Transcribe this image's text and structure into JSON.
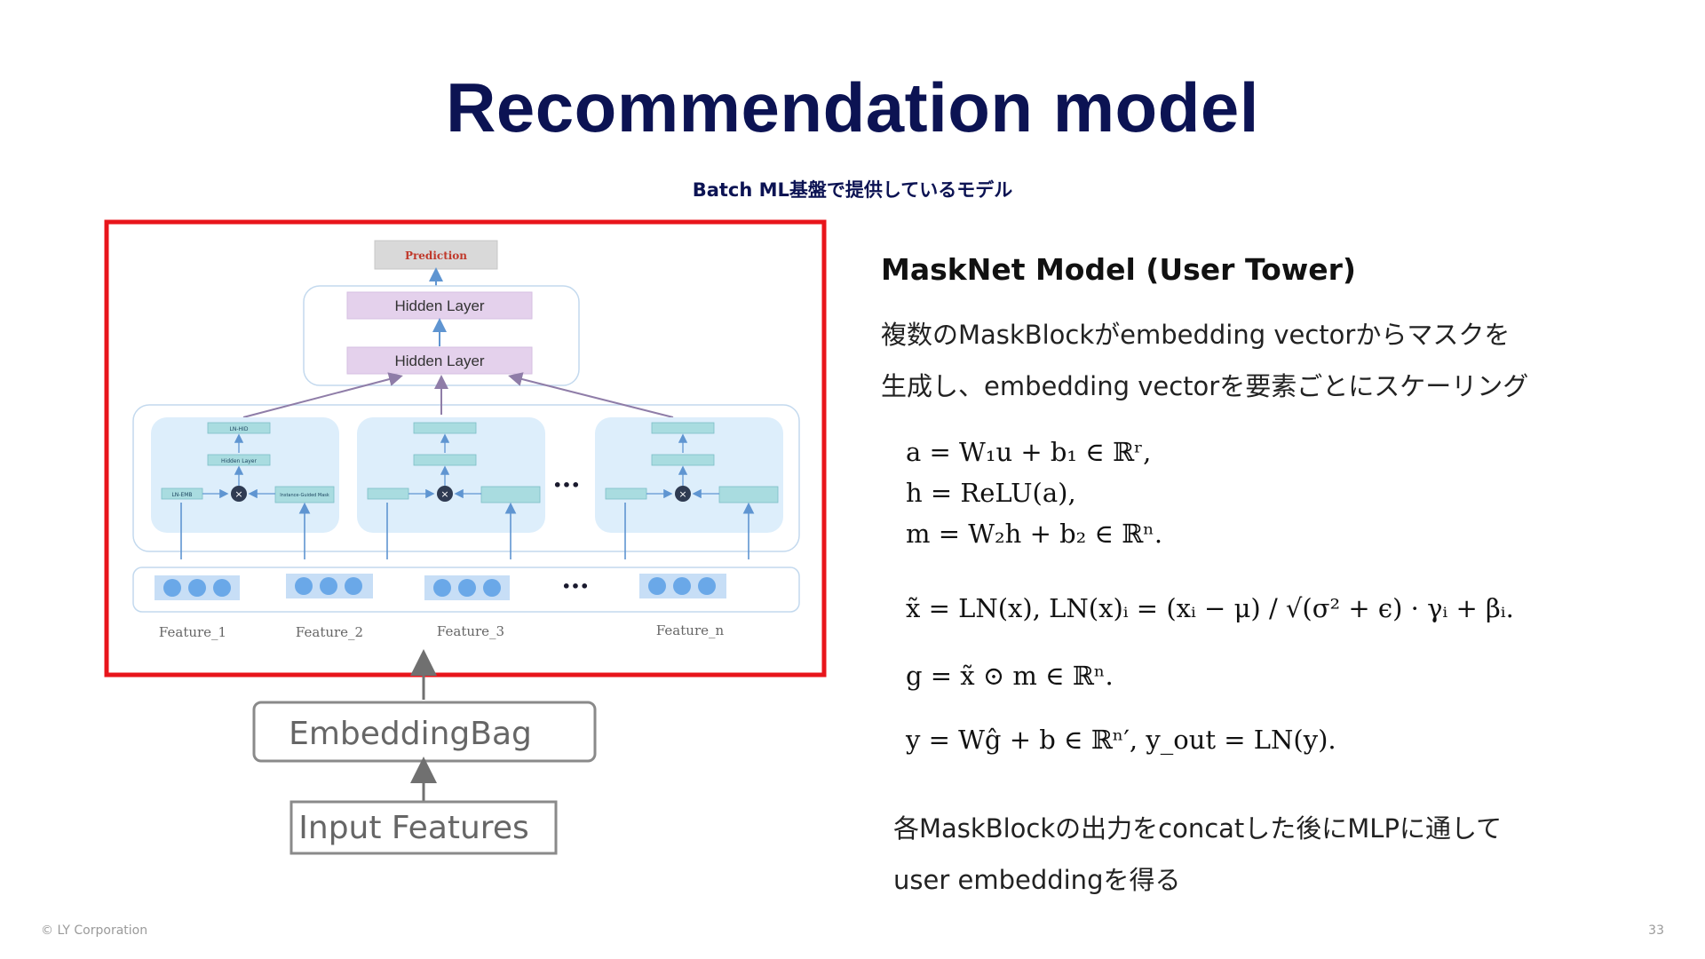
{
  "slide": {
    "title": "Recommendation model",
    "subtitle": "Batch ML基盤で提供しているモデル",
    "copyright": "© LY Corporation",
    "page_number": "33"
  },
  "diagram": {
    "prediction_label": "Prediction",
    "hidden_layer_top": "Hidden Layer",
    "hidden_layer_bottom": "Hidden Layer",
    "block_labels": {
      "ln_hid": "LN-HID",
      "hidden_layer": "Hidden Layer",
      "ln_emb": "LN-EMB",
      "instance_mask": "Instance-Guided Mask"
    },
    "ellipsis": "•••",
    "features": [
      "Feature_1",
      "Feature_2",
      "Feature_3",
      "Feature_n"
    ],
    "embedding_bag": "EmbeddingBag",
    "input_features": "Input Features",
    "colors": {
      "highlight_border": "#e8151b",
      "block_fill": "#ddeefb",
      "hidden_layer_fill": "#e4d1ec",
      "node_fill": "#6aa8e8",
      "prediction_fill": "#d9d9d9",
      "prediction_text": "#c0392b",
      "arrow_blue": "#5f95d1",
      "arrow_purple": "#8f7da8"
    }
  },
  "masknet": {
    "heading": "MaskNet Model (User Tower)",
    "description_lines": [
      "複数のMaskBlockがembedding vectorからマスクを",
      "生成し、embedding vectorを要素ごとにスケーリング"
    ],
    "equations": [
      "a = W₁u + b₁  ∈ ℝʳ,",
      "h = ReLU(a),",
      "m = W₂h + b₂  ∈ ℝⁿ.",
      "x̃ = LN(x),    LN(x)ᵢ = (xᵢ − μ) / √(σ² + ϵ) · γᵢ + βᵢ.",
      "g = x̃ ⊙ m  ∈ ℝⁿ.",
      "y = Wĝ + b  ∈ ℝⁿ′,       y_out = LN(y)."
    ],
    "conclusion_lines": [
      "各MaskBlockの出力をconcatした後にMLPに通して",
      "user embeddingを得る"
    ]
  }
}
